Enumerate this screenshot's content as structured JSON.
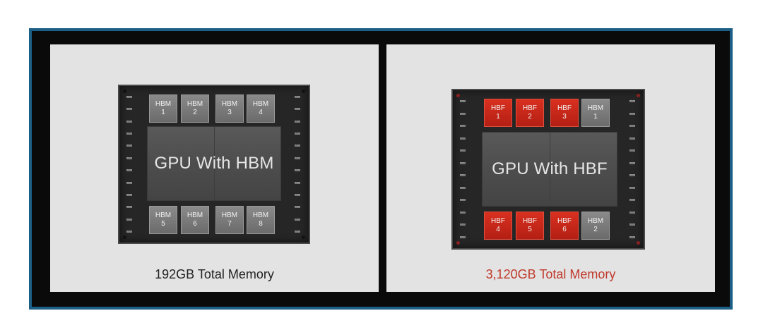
{
  "panels": {
    "left": {
      "chip_label": "GPU With HBM",
      "caption": "192GB Total Memory",
      "top_modules": [
        {
          "type": "HBM",
          "num": "1"
        },
        {
          "type": "HBM",
          "num": "2"
        },
        {
          "type": "HBM",
          "num": "3"
        },
        {
          "type": "HBM",
          "num": "4"
        }
      ],
      "bottom_modules": [
        {
          "type": "HBM",
          "num": "5"
        },
        {
          "type": "HBM",
          "num": "6"
        },
        {
          "type": "HBM",
          "num": "7"
        },
        {
          "type": "HBM",
          "num": "8"
        }
      ]
    },
    "right": {
      "chip_label": "GPU With HBF",
      "caption": "3,120GB Total Memory",
      "top_modules": [
        {
          "type": "HBF",
          "num": "1"
        },
        {
          "type": "HBF",
          "num": "2"
        },
        {
          "type": "HBF",
          "num": "3"
        },
        {
          "type": "HBM",
          "num": "1"
        }
      ],
      "bottom_modules": [
        {
          "type": "HBF",
          "num": "4"
        },
        {
          "type": "HBF",
          "num": "5"
        },
        {
          "type": "HBF",
          "num": "6"
        },
        {
          "type": "HBM",
          "num": "2"
        }
      ]
    }
  },
  "colors": {
    "frame_border": "#1c5f86",
    "hbf_red": "#c0392b",
    "hbm_gray": "#7a7a7a"
  }
}
